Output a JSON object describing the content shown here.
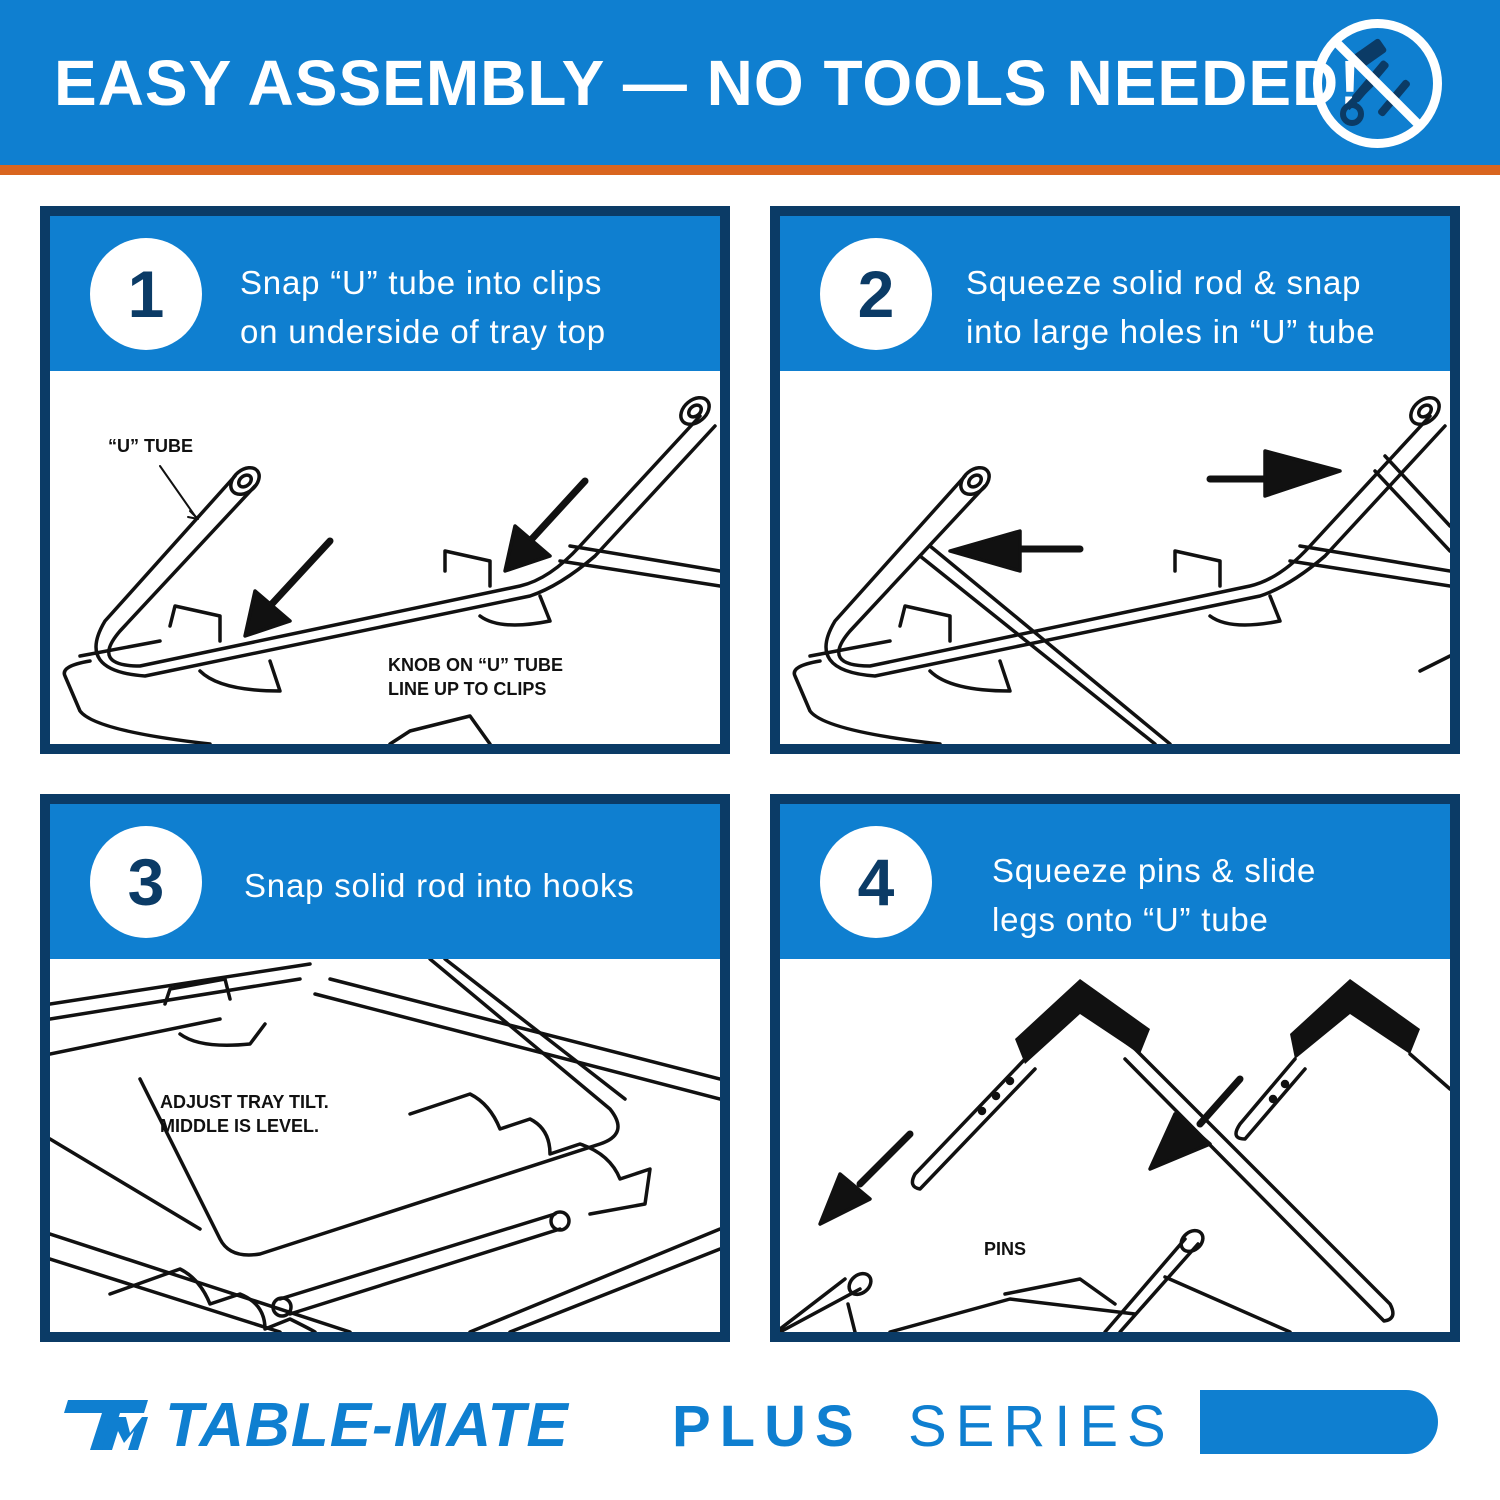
{
  "header": {
    "title": "EASY ASSEMBLY — NO TOOLS NEEDED!",
    "icon": "no-tools-icon"
  },
  "steps": [
    {
      "number": "1",
      "text_lines": [
        "Snap “U” tube into clips",
        "on underside of tray top"
      ],
      "callouts": [
        {
          "lines": [
            "“U” TUBE"
          ]
        },
        {
          "lines": [
            "KNOB ON “U” TUBE",
            "LINE UP TO CLIPS"
          ]
        }
      ]
    },
    {
      "number": "2",
      "text_lines": [
        "Squeeze solid rod & snap",
        "into large holes in “U” tube"
      ],
      "callouts": []
    },
    {
      "number": "3",
      "text_lines": [
        "Snap solid rod into hooks"
      ],
      "callouts": [
        {
          "lines": [
            "ADJUST TRAY TILT.",
            "MIDDLE IS LEVEL."
          ]
        }
      ]
    },
    {
      "number": "4",
      "text_lines": [
        "Squeeze pins & slide",
        "legs onto “U” tube"
      ],
      "callouts": [
        {
          "lines": [
            "PINS"
          ]
        }
      ]
    }
  ],
  "footer": {
    "logo_icon": "tm-logo-icon",
    "brand": "TABLE-MATE",
    "plus": "PLUS",
    "series": "SERIES"
  },
  "colors": {
    "brand_blue": "#0f7fd0",
    "navy": "#0b3b66",
    "orange_stripe": "#d9651f"
  }
}
